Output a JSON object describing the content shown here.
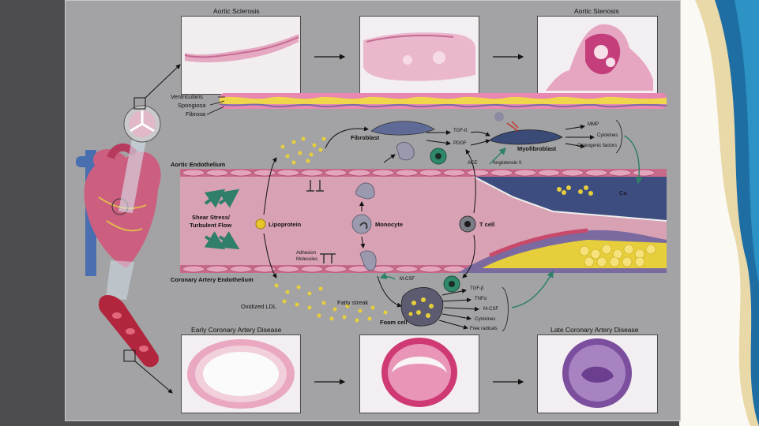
{
  "captions": {
    "top_left": "Aortic Sclerosis",
    "top_right": "Aortic Stenosis",
    "bottom_left": "Early Coronary Artery Disease",
    "bottom_right": "Late Coronary Artery Disease"
  },
  "valve_layers": {
    "ventricularis": "Ventricularis",
    "spongiosa": "Spongiosa",
    "fibrosa": "Fibrosa"
  },
  "vessel": {
    "aortic_endothelium": "Aortic Endothelium",
    "coronary_endothelium": "Coronary Artery Endothelium",
    "shear_stress": "Shear Stress/",
    "turbulent_flow": "Turbulent Flow",
    "lipoprotein": "Lipoprotein",
    "monocyte": "Monocyte",
    "t_cell": "T cell",
    "ca": "Ca"
  },
  "upper_pathway": {
    "fibroblast": "Fibroblast",
    "tgf": "TGF-ß",
    "pdgf": "PDGF",
    "myofibroblast": "Myofibroblast",
    "ace": "ACE",
    "angiotensin": "Angiotensin II",
    "mmp": "MMP",
    "cytokines": "Cytokines",
    "osteogenic": "Osteogenic factors"
  },
  "lower_pathway": {
    "adhesion": "Adhesion",
    "molecules": "Molecules",
    "oxidized_ldl": "Oxidized LDL",
    "fatty_streak": "Fatty streak",
    "foam_cell": "Foam cell",
    "mcsf_small": "M-CSF",
    "outputs": [
      "TGF-β",
      "TNFα",
      "M-CSF",
      "Cytokines",
      "Free radicals"
    ]
  },
  "colors": {
    "panel": "#a3a3a5",
    "vessel_lumen": "#d9a2b4",
    "endothelium": "#c86a8a",
    "plaque": "#e6cf3a",
    "calcified_region": "#3e4d80",
    "accent_teal": "#2f7f6a",
    "deco_blue": "#1a6fa6",
    "deco_cream": "#f4ead0"
  }
}
